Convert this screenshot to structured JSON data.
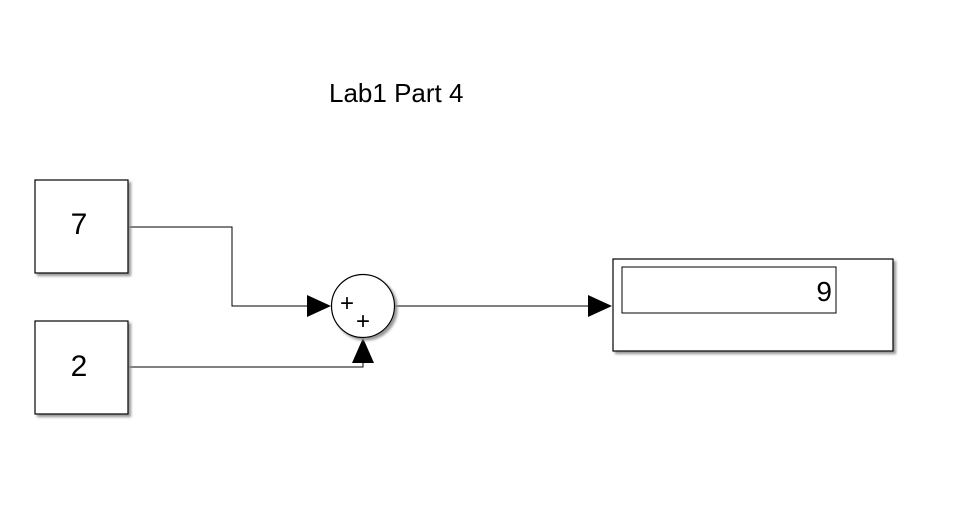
{
  "model": {
    "annotation": "Lab1 Part 4"
  },
  "blocks": {
    "constant_top": {
      "value": "7"
    },
    "constant_bottom": {
      "value": "2"
    },
    "sum": {
      "signs": [
        "+",
        "+"
      ]
    },
    "display": {
      "value": "9"
    }
  },
  "colors": {
    "line": "#000000",
    "block_fill": "#ffffff",
    "shadow": "#9a9a9a"
  }
}
